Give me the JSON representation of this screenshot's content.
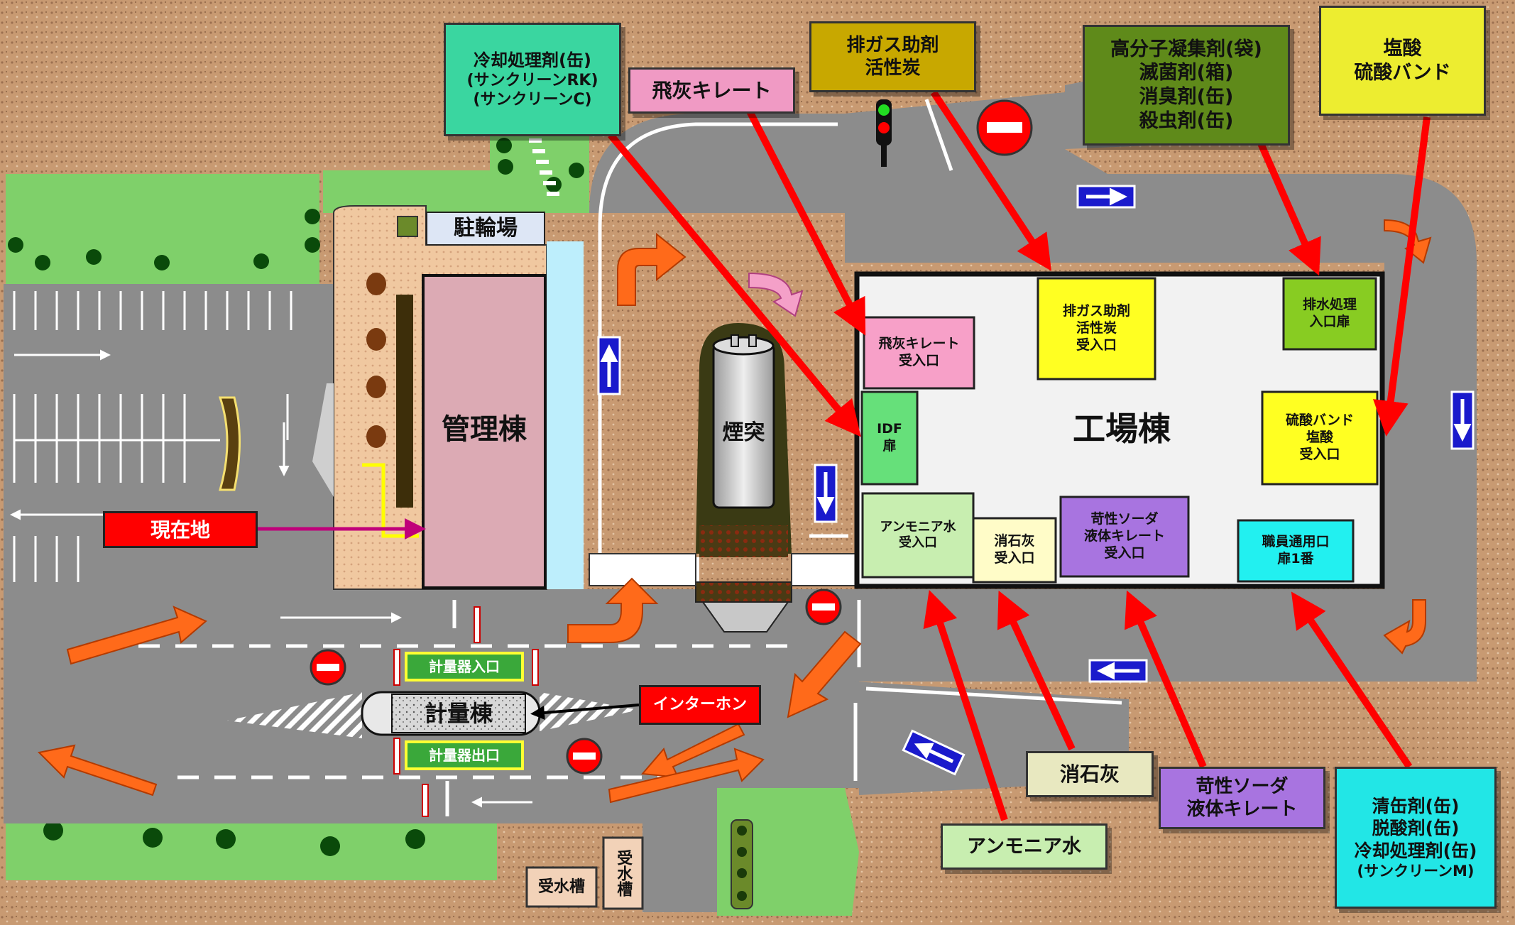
{
  "buildings": {
    "admin": "管理棟",
    "factory": "工場棟",
    "chimney": "煙突",
    "weighbridge": "計量棟",
    "bicycle_parking": "駐輪場",
    "water_tank_1": "受水槽",
    "water_tank_2": "受水槽"
  },
  "current_location": "現在地",
  "intercom": "インターホン",
  "weighing": {
    "entrance": "計量器入口",
    "exit": "計量器出口"
  },
  "callouts": {
    "cooling_agent": [
      "冷却処理剤(缶)",
      "(サンクリーンRK)",
      "(サンクリーンC)"
    ],
    "fly_ash_chelate": "飛灰キレート",
    "exhaust_agent": [
      "排ガス助剤",
      "活性炭"
    ],
    "polymer": [
      "高分子凝集剤(袋)",
      "滅菌剤(箱)",
      "消臭剤(缶)",
      "殺虫剤(缶)"
    ],
    "acid": [
      "塩酸",
      "硫酸バンド"
    ],
    "slaked_lime": "消石灰",
    "caustic_soda": [
      "苛性ソーダ",
      "液体キレート"
    ],
    "ammonia": "アンモニア水",
    "cleaning": [
      "清缶剤(缶)",
      "脱酸剤(缶)",
      "冷却処理剤(缶)",
      "(サンクリーンM)"
    ]
  },
  "inlets": {
    "fly_ash": [
      "飛灰キレート",
      "受入口"
    ],
    "exhaust": [
      "排ガス助剤",
      "活性炭",
      "受入口"
    ],
    "wastewater": [
      "排水処理",
      "入口扉"
    ],
    "idf": [
      "IDF",
      "扉"
    ],
    "acid": [
      "硫酸バンド",
      "塩酸",
      "受入口"
    ],
    "ammonia": [
      "アンモニア水",
      "受入口"
    ],
    "lime": [
      "消石灰",
      "受入口"
    ],
    "soda": [
      "苛性ソーダ",
      "液体キレート",
      "受入口"
    ],
    "staff": [
      "職員通用口",
      "扉1番"
    ]
  },
  "colors": {
    "ground": "#c89a72",
    "road": "#8c8c8c",
    "grass": "#7fd06a",
    "admin_building": "#dcaab4",
    "factory_building": "#f2f2f2",
    "current_location": "#ff0000",
    "arrow_red": "#ff0000",
    "arrow_orange": "#ff6a1a",
    "arrow_pink": "#f4a0c8",
    "sign_blue": "#1a1acc"
  },
  "icons": [
    "traffic-light-icon",
    "no-entry-icon",
    "one-way-arrow-icon",
    "direction-arrow-icon"
  ]
}
